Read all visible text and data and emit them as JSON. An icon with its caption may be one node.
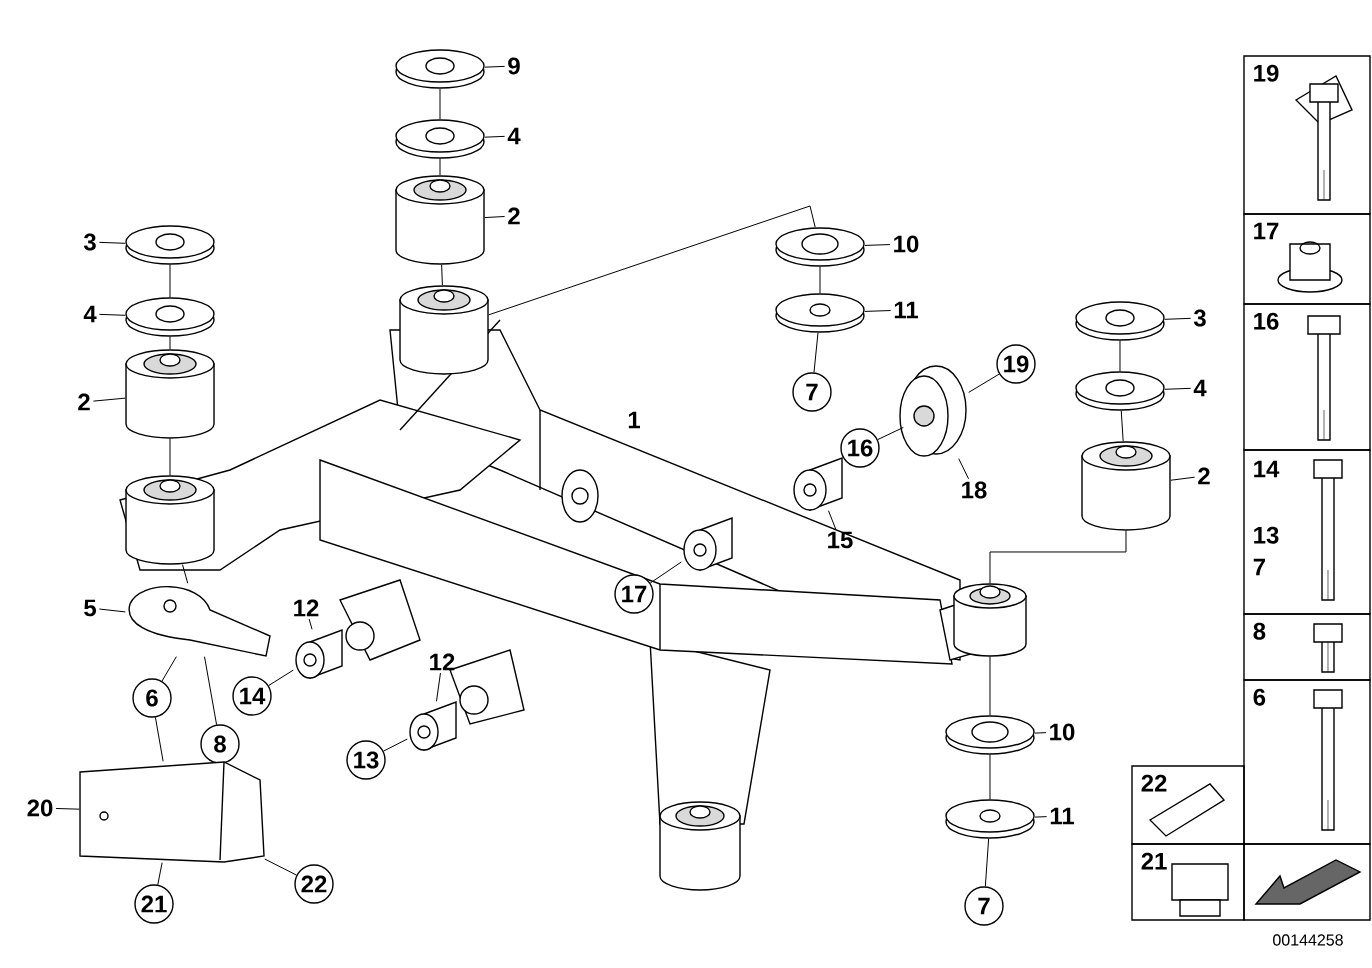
{
  "diagram": {
    "nodes": [
      {
        "text": [
          "9"
        ]
      },
      {
        "text": [
          "4"
        ]
      },
      {
        "text": [
          "2"
        ]
      },
      {
        "text": [
          "3"
        ]
      },
      {
        "text": [
          "10"
        ]
      },
      {
        "text": [
          "11"
        ]
      },
      {
        "text": [
          "4"
        ]
      },
      {
        "text": [
          "3"
        ]
      },
      {
        "text": [
          "19"
        ]
      },
      {
        "text": [
          "7"
        ]
      },
      {
        "text": [
          "4"
        ]
      },
      {
        "text": [
          "2"
        ]
      },
      {
        "text": [
          "16"
        ]
      },
      {
        "text": [
          "18"
        ]
      },
      {
        "text": [
          "2"
        ]
      },
      {
        "text": [
          "15"
        ]
      },
      {
        "text": [
          "17"
        ]
      },
      {
        "text": [
          "5"
        ]
      },
      {
        "text": [
          "12"
        ]
      },
      {
        "text": [
          "12"
        ]
      },
      {
        "text": [
          "14"
        ]
      },
      {
        "text": [
          "6"
        ]
      },
      {
        "text": [
          "10"
        ]
      },
      {
        "text": [
          "8"
        ]
      },
      {
        "text": [
          "13"
        ]
      },
      {
        "text": [
          "20"
        ]
      },
      {
        "text": [
          "11"
        ]
      },
      {
        "text": [
          "21"
        ]
      },
      {
        "text": [
          "22"
        ]
      },
      {
        "text": [
          "7"
        ]
      },
      {
        "text": [
          "19"
        ]
      },
      {
        "text": [
          "17"
        ]
      },
      {
        "text": [
          "16"
        ]
      },
      {
        "text": [
          "14",
          "13",
          "7"
        ]
      },
      {
        "text": [
          "8"
        ]
      },
      {
        "text": [
          "6"
        ]
      },
      {
        "text": [
          "22"
        ]
      },
      {
        "text": [
          "21"
        ]
      },
      {
        "text": [],
        "shape": "picture"
      },
      {
        "text": [],
        "shape": "picture"
      },
      {
        "text": [],
        "shape": "cylinder"
      },
      {
        "text": [],
        "shape": "cylinder"
      },
      {
        "text": [],
        "shape": "picture"
      },
      {
        "text": [],
        "shape": "picture"
      },
      {
        "text": [],
        "shape": "cylinder"
      },
      {
        "text": [],
        "shape": "cylinder"
      },
      {
        "text": [],
        "shape": "picture"
      },
      {
        "text": [],
        "shape": "picture"
      },
      {
        "text": [],
        "shape": "picture"
      },
      {
        "text": [],
        "shape": "picture"
      },
      {
        "text": [],
        "shape": "picture"
      },
      {
        "text": [],
        "shape": "cylinder"
      },
      {
        "text": [],
        "shape": "cylinder"
      },
      {
        "text": [],
        "shape": "picture"
      },
      {
        "text": [],
        "shape": "picture"
      },
      {
        "text": [],
        "shape": "cylinder"
      },
      {
        "text": [],
        "shape": "cylinder"
      },
      {
        "text": [],
        "shape": "picture"
      },
      {
        "text": [],
        "shape": "picture"
      },
      {
        "text": [],
        "shape": "cylinder"
      },
      {
        "text": [],
        "shape": "cylinder"
      }
    ],
    "edges": [
      {
        "from": 0,
        "to": 38,
        "arrow": "none"
      },
      {
        "from": 1,
        "to": 39,
        "arrow": "none"
      },
      {
        "from": 2,
        "to": 40,
        "arrow": "none"
      },
      {
        "from": 3,
        "to": 42,
        "arrow": "none"
      },
      {
        "from": 4,
        "to": 48,
        "arrow": "none"
      },
      {
        "from": 5,
        "to": 49,
        "arrow": "none"
      },
      {
        "from": 6,
        "to": 43,
        "arrow": "none"
      },
      {
        "from": 7,
        "to": 53,
        "arrow": "none"
      },
      {
        "from": 8,
        "to": 50,
        "arrow": "none"
      },
      {
        "from": 9,
        "to": 49,
        "arrow": "none"
      },
      {
        "from": 10,
        "to": 54,
        "arrow": "none"
      },
      {
        "from": 11,
        "to": 44,
        "arrow": "none"
      },
      {
        "from": 12,
        "to": 50,
        "arrow": "none"
      },
      {
        "from": 13,
        "to": 50,
        "arrow": "none"
      },
      {
        "from": 14,
        "to": 55,
        "arrow": "none"
      },
      {
        "from": 15,
        "to": 51,
        "arrow": "none"
      },
      {
        "from": 16,
        "to": 52,
        "arrow": "none"
      },
      {
        "from": 17,
        "to": 46,
        "arrow": "none"
      },
      {
        "from": 18,
        "to": 59,
        "arrow": "none"
      },
      {
        "from": 19,
        "to": 60,
        "arrow": "none"
      },
      {
        "from": 20,
        "to": 59,
        "arrow": "none"
      },
      {
        "from": 21,
        "to": 46,
        "arrow": "none"
      },
      {
        "from": 22,
        "to": 57,
        "arrow": "none"
      },
      {
        "from": 23,
        "to": 46,
        "arrow": "none"
      },
      {
        "from": 24,
        "to": 60,
        "arrow": "none"
      },
      {
        "from": 25,
        "to": 47,
        "arrow": "none"
      },
      {
        "from": 26,
        "to": 58,
        "arrow": "none"
      },
      {
        "from": 27,
        "to": 47,
        "arrow": "none"
      },
      {
        "from": 28,
        "to": 47,
        "arrow": "none"
      },
      {
        "from": 29,
        "to": 58,
        "arrow": "none"
      },
      {
        "from": 38,
        "to": 39,
        "arrow": "none"
      },
      {
        "from": 39,
        "to": 40,
        "arrow": "none"
      },
      {
        "from": 40,
        "to": 41,
        "arrow": "none"
      },
      {
        "from": 42,
        "to": 43,
        "arrow": "none"
      },
      {
        "from": 43,
        "to": 44,
        "arrow": "none"
      },
      {
        "from": 44,
        "to": 45,
        "arrow": "none"
      },
      {
        "from": 45,
        "to": 46,
        "arrow": "none"
      },
      {
        "from": 41,
        "to": 48,
        "arrow": "none"
      },
      {
        "from": 48,
        "to": 49,
        "arrow": "none"
      },
      {
        "from": 53,
        "to": 54,
        "arrow": "none"
      },
      {
        "from": 54,
        "to": 55,
        "arrow": "none"
      },
      {
        "from": 55,
        "to": 56,
        "arrow": "none"
      },
      {
        "from": 56,
        "to": 57,
        "arrow": "none"
      },
      {
        "from": 57,
        "to": 58,
        "arrow": "none"
      },
      {
        "from": 21,
        "to": 47,
        "arrow": "none"
      }
    ],
    "labels": [
      "1",
      "00144258"
    ]
  }
}
